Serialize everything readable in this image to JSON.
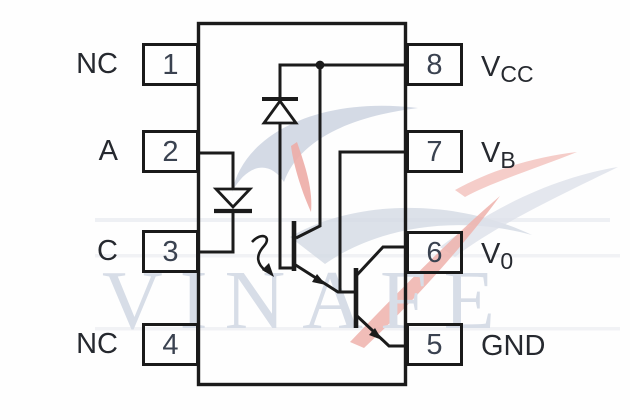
{
  "watermark": {
    "text": "VINAFE"
  },
  "pins": {
    "left": [
      {
        "number": "1",
        "label": "NC"
      },
      {
        "number": "2",
        "label": "A"
      },
      {
        "number": "3",
        "label": "C"
      },
      {
        "number": "4",
        "label": "NC"
      }
    ],
    "right": [
      {
        "number": "8",
        "label_main": "V",
        "label_sub": "CC"
      },
      {
        "number": "7",
        "label_main": "V",
        "label_sub": "B"
      },
      {
        "number": "6",
        "label_main": "V",
        "label_sub": "0"
      },
      {
        "number": "5",
        "label_main": "GND",
        "label_sub": ""
      }
    ]
  },
  "colors": {
    "line": "#1b1b1b",
    "pin_number": "#3a4250",
    "label": "#26292f",
    "watermark_text": "#d7dde7",
    "watermark_gray": "#ccd3e0",
    "watermark_red": "#edaca6",
    "background": "#fefefe"
  }
}
